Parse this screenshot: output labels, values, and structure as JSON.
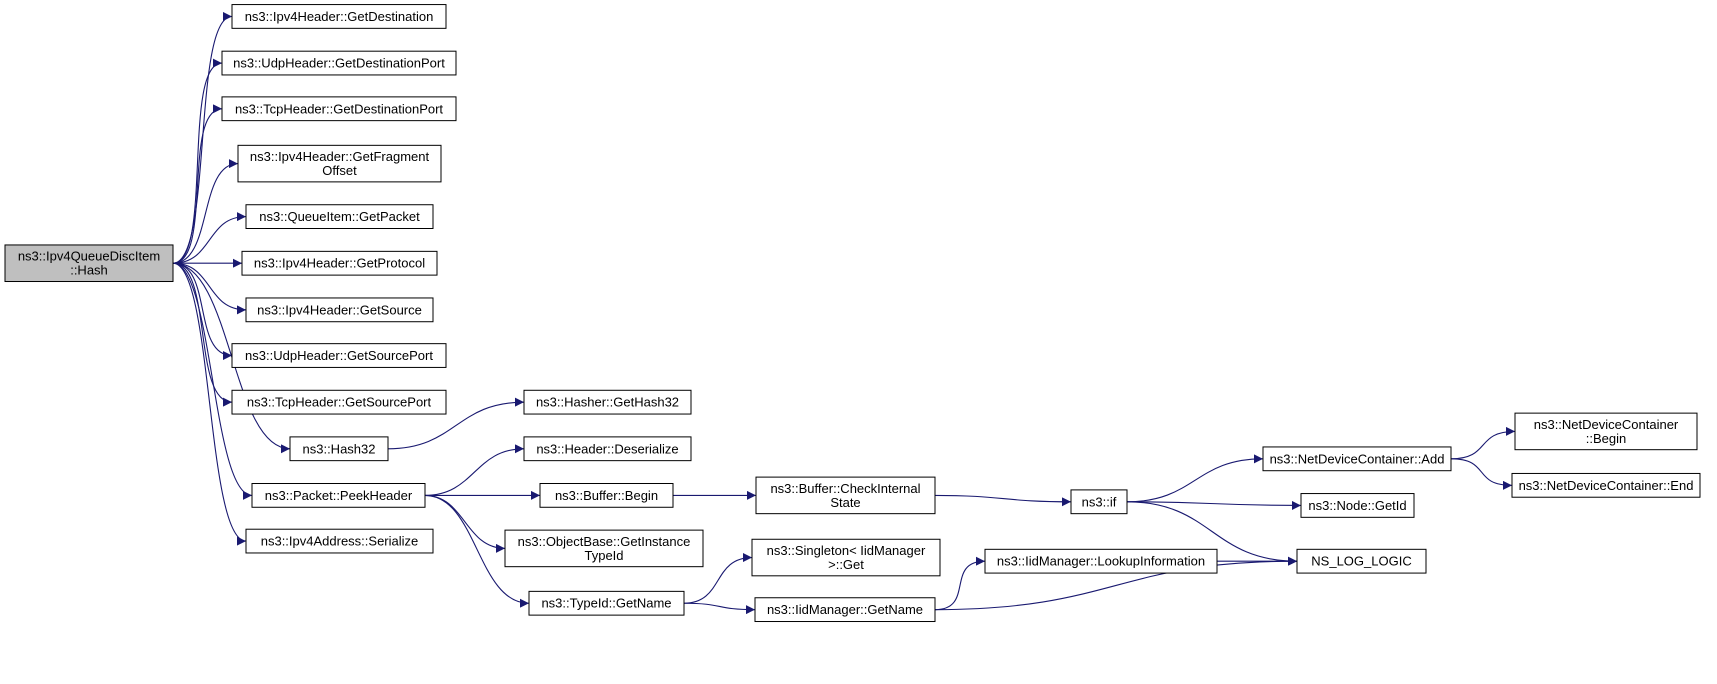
{
  "diagram": {
    "edge_color": "#191970",
    "root_fill": "#bfbfbf",
    "nodes": [
      {
        "id": "root",
        "lines": [
          "ns3::Ipv4QueueDiscItem",
          "::Hash"
        ],
        "root": true
      },
      {
        "id": "ipv4-getdestination",
        "lines": [
          "ns3::Ipv4Header::GetDestination"
        ]
      },
      {
        "id": "udp-getdestinationport",
        "lines": [
          "ns3::UdpHeader::GetDestinationPort"
        ]
      },
      {
        "id": "tcp-getdestinationport",
        "lines": [
          "ns3::TcpHeader::GetDestinationPort"
        ]
      },
      {
        "id": "ipv4-getfragmentoffset",
        "lines": [
          "ns3::Ipv4Header::GetFragment",
          "Offset"
        ]
      },
      {
        "id": "queueitem-getpacket",
        "lines": [
          "ns3::QueueItem::GetPacket"
        ]
      },
      {
        "id": "ipv4-getprotocol",
        "lines": [
          "ns3::Ipv4Header::GetProtocol"
        ]
      },
      {
        "id": "ipv4-getsource",
        "lines": [
          "ns3::Ipv4Header::GetSource"
        ]
      },
      {
        "id": "udp-getsourceport",
        "lines": [
          "ns3::UdpHeader::GetSourcePort"
        ]
      },
      {
        "id": "tcp-getsourceport",
        "lines": [
          "ns3::TcpHeader::GetSourcePort"
        ]
      },
      {
        "id": "hash32",
        "lines": [
          "ns3::Hash32"
        ]
      },
      {
        "id": "packet-peekheader",
        "lines": [
          "ns3::Packet::PeekHeader"
        ]
      },
      {
        "id": "ipv4address-serialize",
        "lines": [
          "ns3::Ipv4Address::Serialize"
        ]
      },
      {
        "id": "hasher-gethash32",
        "lines": [
          "ns3::Hasher::GetHash32"
        ]
      },
      {
        "id": "header-deserialize",
        "lines": [
          "ns3::Header::Deserialize"
        ]
      },
      {
        "id": "buffer-begin",
        "lines": [
          "ns3::Buffer::Begin"
        ]
      },
      {
        "id": "objectbase-getinstancetypeid",
        "lines": [
          "ns3::ObjectBase::GetInstance",
          "TypeId"
        ]
      },
      {
        "id": "typeid-getname",
        "lines": [
          "ns3::TypeId::GetName"
        ]
      },
      {
        "id": "buffer-checkinternalstate",
        "lines": [
          "ns3::Buffer::CheckInternal",
          "State"
        ]
      },
      {
        "id": "singleton-get",
        "lines": [
          "ns3::Singleton< IidManager",
          " >::Get"
        ]
      },
      {
        "id": "iidmanager-getname",
        "lines": [
          "ns3::IidManager::GetName"
        ]
      },
      {
        "id": "ns3-if",
        "lines": [
          "ns3::if"
        ]
      },
      {
        "id": "iidmanager-lookupinformation",
        "lines": [
          "ns3::IidManager::LookupInformation"
        ]
      },
      {
        "id": "netdevicecontainer-add",
        "lines": [
          "ns3::NetDeviceContainer::Add"
        ]
      },
      {
        "id": "node-getid",
        "lines": [
          "ns3::Node::GetId"
        ]
      },
      {
        "id": "ns-log-logic",
        "lines": [
          "NS_LOG_LOGIC"
        ]
      },
      {
        "id": "netdevicecontainer-begin",
        "lines": [
          "ns3::NetDeviceContainer",
          "::Begin"
        ]
      },
      {
        "id": "netdevicecontainer-end",
        "lines": [
          "ns3::NetDeviceContainer::End"
        ]
      }
    ],
    "edges": [
      [
        "root",
        "ipv4-getdestination"
      ],
      [
        "root",
        "udp-getdestinationport"
      ],
      [
        "root",
        "tcp-getdestinationport"
      ],
      [
        "root",
        "ipv4-getfragmentoffset"
      ],
      [
        "root",
        "queueitem-getpacket"
      ],
      [
        "root",
        "ipv4-getprotocol"
      ],
      [
        "root",
        "ipv4-getsource"
      ],
      [
        "root",
        "udp-getsourceport"
      ],
      [
        "root",
        "tcp-getsourceport"
      ],
      [
        "root",
        "hash32"
      ],
      [
        "root",
        "packet-peekheader"
      ],
      [
        "root",
        "ipv4address-serialize"
      ],
      [
        "hash32",
        "hasher-gethash32"
      ],
      [
        "packet-peekheader",
        "header-deserialize"
      ],
      [
        "packet-peekheader",
        "buffer-begin"
      ],
      [
        "packet-peekheader",
        "objectbase-getinstancetypeid"
      ],
      [
        "packet-peekheader",
        "typeid-getname"
      ],
      [
        "buffer-begin",
        "buffer-checkinternalstate"
      ],
      [
        "buffer-checkinternalstate",
        "ns3-if"
      ],
      [
        "typeid-getname",
        "singleton-get"
      ],
      [
        "typeid-getname",
        "iidmanager-getname"
      ],
      [
        "iidmanager-getname",
        "iidmanager-lookupinformation"
      ],
      [
        "iidmanager-getname",
        "ns-log-logic"
      ],
      [
        "iidmanager-lookupinformation",
        "ns-log-logic"
      ],
      [
        "ns3-if",
        "netdevicecontainer-add"
      ],
      [
        "ns3-if",
        "node-getid"
      ],
      [
        "ns3-if",
        "ns-log-logic"
      ],
      [
        "netdevicecontainer-add",
        "netdevicecontainer-begin"
      ],
      [
        "netdevicecontainer-add",
        "netdevicecontainer-end"
      ]
    ]
  }
}
